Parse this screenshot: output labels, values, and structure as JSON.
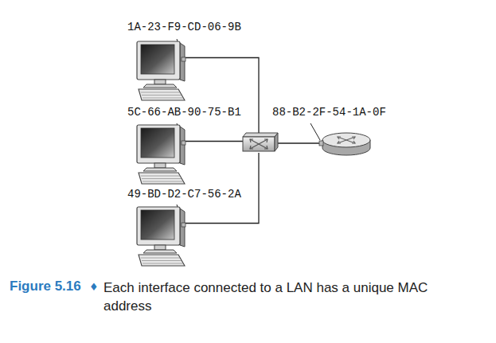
{
  "diagram": {
    "caption": "Each interface connected to a LAN has a unique MAC address",
    "labels": [
      "1A-23-F9-CD-06-9B",
      "5C-66-AB-90-75-B1",
      "88-B2-2F-54-1A-0F",
      "49-BD-D2-C7-56-2A",
      "Figure 5.16",
      "♦"
    ]
  }
}
